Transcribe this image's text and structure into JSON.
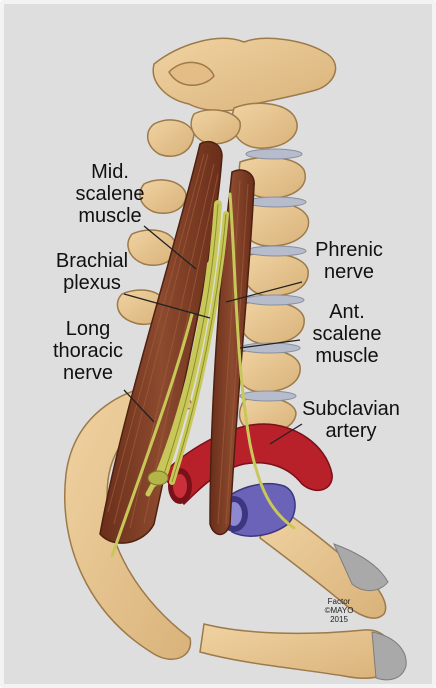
{
  "labels": {
    "mid_scalene": [
      "Mid.",
      "scalene",
      "muscle"
    ],
    "brachial_plexus": [
      "Brachial",
      "plexus"
    ],
    "long_thoracic": [
      "Long",
      "thoracic",
      "nerve"
    ],
    "phrenic": [
      "Phrenic",
      "nerve"
    ],
    "ant_scalene": [
      "Ant.",
      "scalene",
      "muscle"
    ],
    "subclavian": [
      "Subclavian",
      "artery"
    ]
  },
  "credit": [
    "Factor",
    "©MAYO",
    "2015"
  ],
  "colors": {
    "background": "#dedede",
    "bone": "#e9c690",
    "bone_outline": "#9c7a4a",
    "muscle": "#7a3a22",
    "nerve": "#c8c85a",
    "artery": "#b8202a",
    "vein": "#6a63b8",
    "disc": "#b6bccb"
  }
}
